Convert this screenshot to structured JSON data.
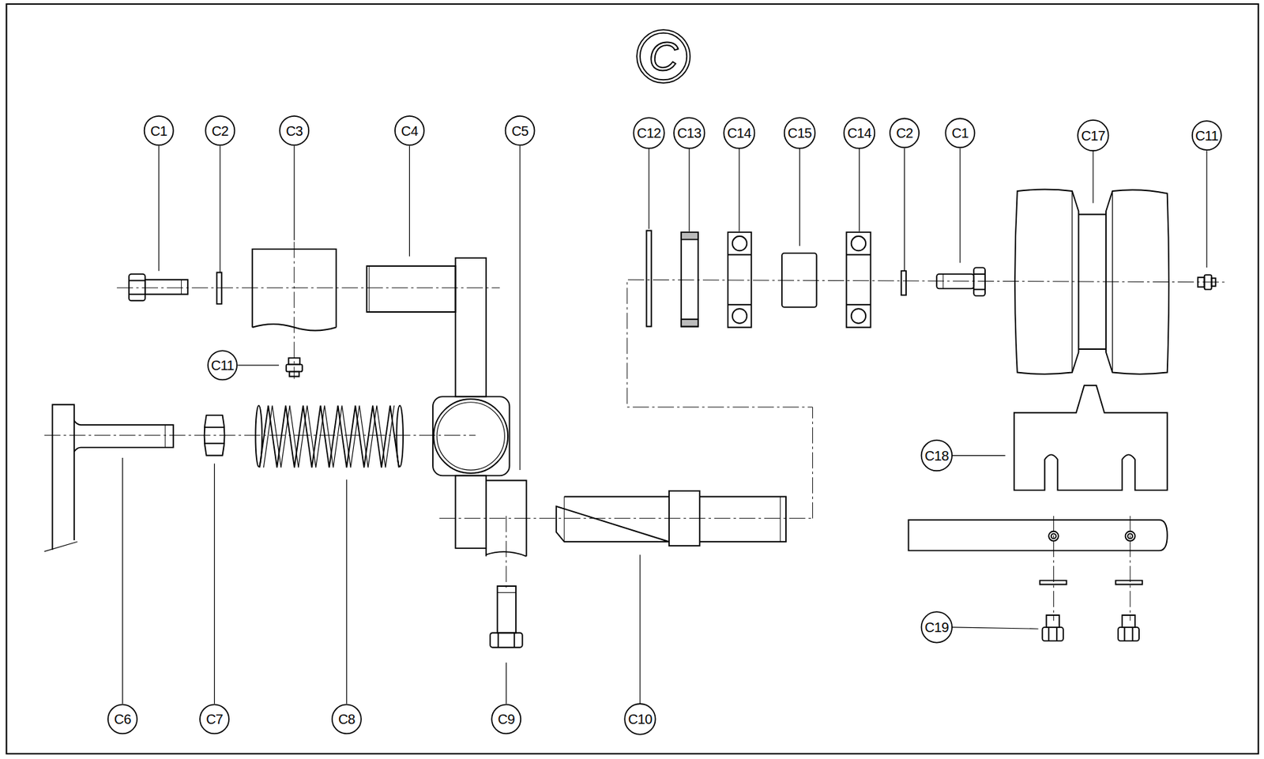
{
  "diagram": {
    "nodes": [
      {
        "text": [
          "C"
        ]
      },
      {
        "text": [
          "C1"
        ]
      },
      {
        "text": [
          "C2"
        ]
      },
      {
        "text": [
          "C3"
        ]
      },
      {
        "text": [
          "C4"
        ]
      },
      {
        "text": [
          "C5"
        ]
      },
      {
        "text": [
          "C12"
        ]
      },
      {
        "text": [
          "C13"
        ]
      },
      {
        "text": [
          "C14"
        ]
      },
      {
        "text": [
          "C15"
        ]
      },
      {
        "text": [
          "C14"
        ]
      },
      {
        "text": [
          "C2"
        ]
      },
      {
        "text": [
          "C1"
        ]
      },
      {
        "text": [
          "C17"
        ]
      },
      {
        "text": [
          "C11"
        ]
      },
      {
        "text": [
          "C11"
        ]
      },
      {
        "text": [
          "C18"
        ]
      },
      {
        "text": [
          "C19"
        ]
      },
      {
        "text": [
          "C6"
        ]
      },
      {
        "text": [
          "C7"
        ]
      },
      {
        "text": [
          "C8"
        ]
      },
      {
        "text": [
          "C9"
        ]
      },
      {
        "text": [
          "C10"
        ]
      }
    ]
  }
}
